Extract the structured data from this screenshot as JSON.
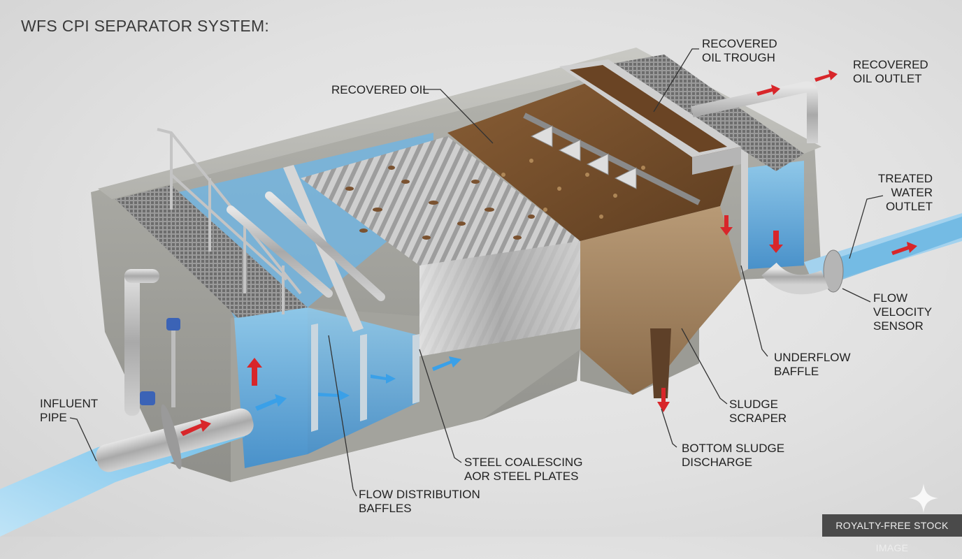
{
  "title": "WFS CPI SEPARATOR SYSTEM:",
  "labels": {
    "recovered_oil_trough": [
      "RECOVERED",
      "OIL TROUGH"
    ],
    "recovered_oil_outlet": [
      "RECOVERED",
      "OIL OUTLET"
    ],
    "recovered_oil": "RECOVERED OIL",
    "treated_water_outlet": [
      "TREATED",
      "WATER",
      "OUTLET"
    ],
    "flow_velocity_sensor": [
      "FLOW",
      "VELOCITY",
      "SENSOR"
    ],
    "underflow_baffle": [
      "UNDERFLOW",
      "BAFFLE"
    ],
    "sludge_scraper": [
      "SLUDGE",
      "SCRAPER"
    ],
    "bottom_sludge_discharge": [
      "BOTTOM SLUDGE",
      "DISCHARGE"
    ],
    "steel_coalescing_plates": [
      "STEEL COALESCING",
      "AOR STEEL PLATES"
    ],
    "flow_distribution_baffles": [
      "FLOW DISTRIBUTION",
      "BAFFLES"
    ],
    "influent_pipe": [
      "INFLUENT",
      "PIPE"
    ]
  },
  "watermark": "ROYALTY-FREE STOCK IMAGE",
  "colors": {
    "water": "#5aa9dc",
    "oil": "#7a5230",
    "concrete": "#b9b9b4",
    "flow_arrow_red": "#d8262a",
    "flow_arrow_blue": "#3aa0e8"
  }
}
